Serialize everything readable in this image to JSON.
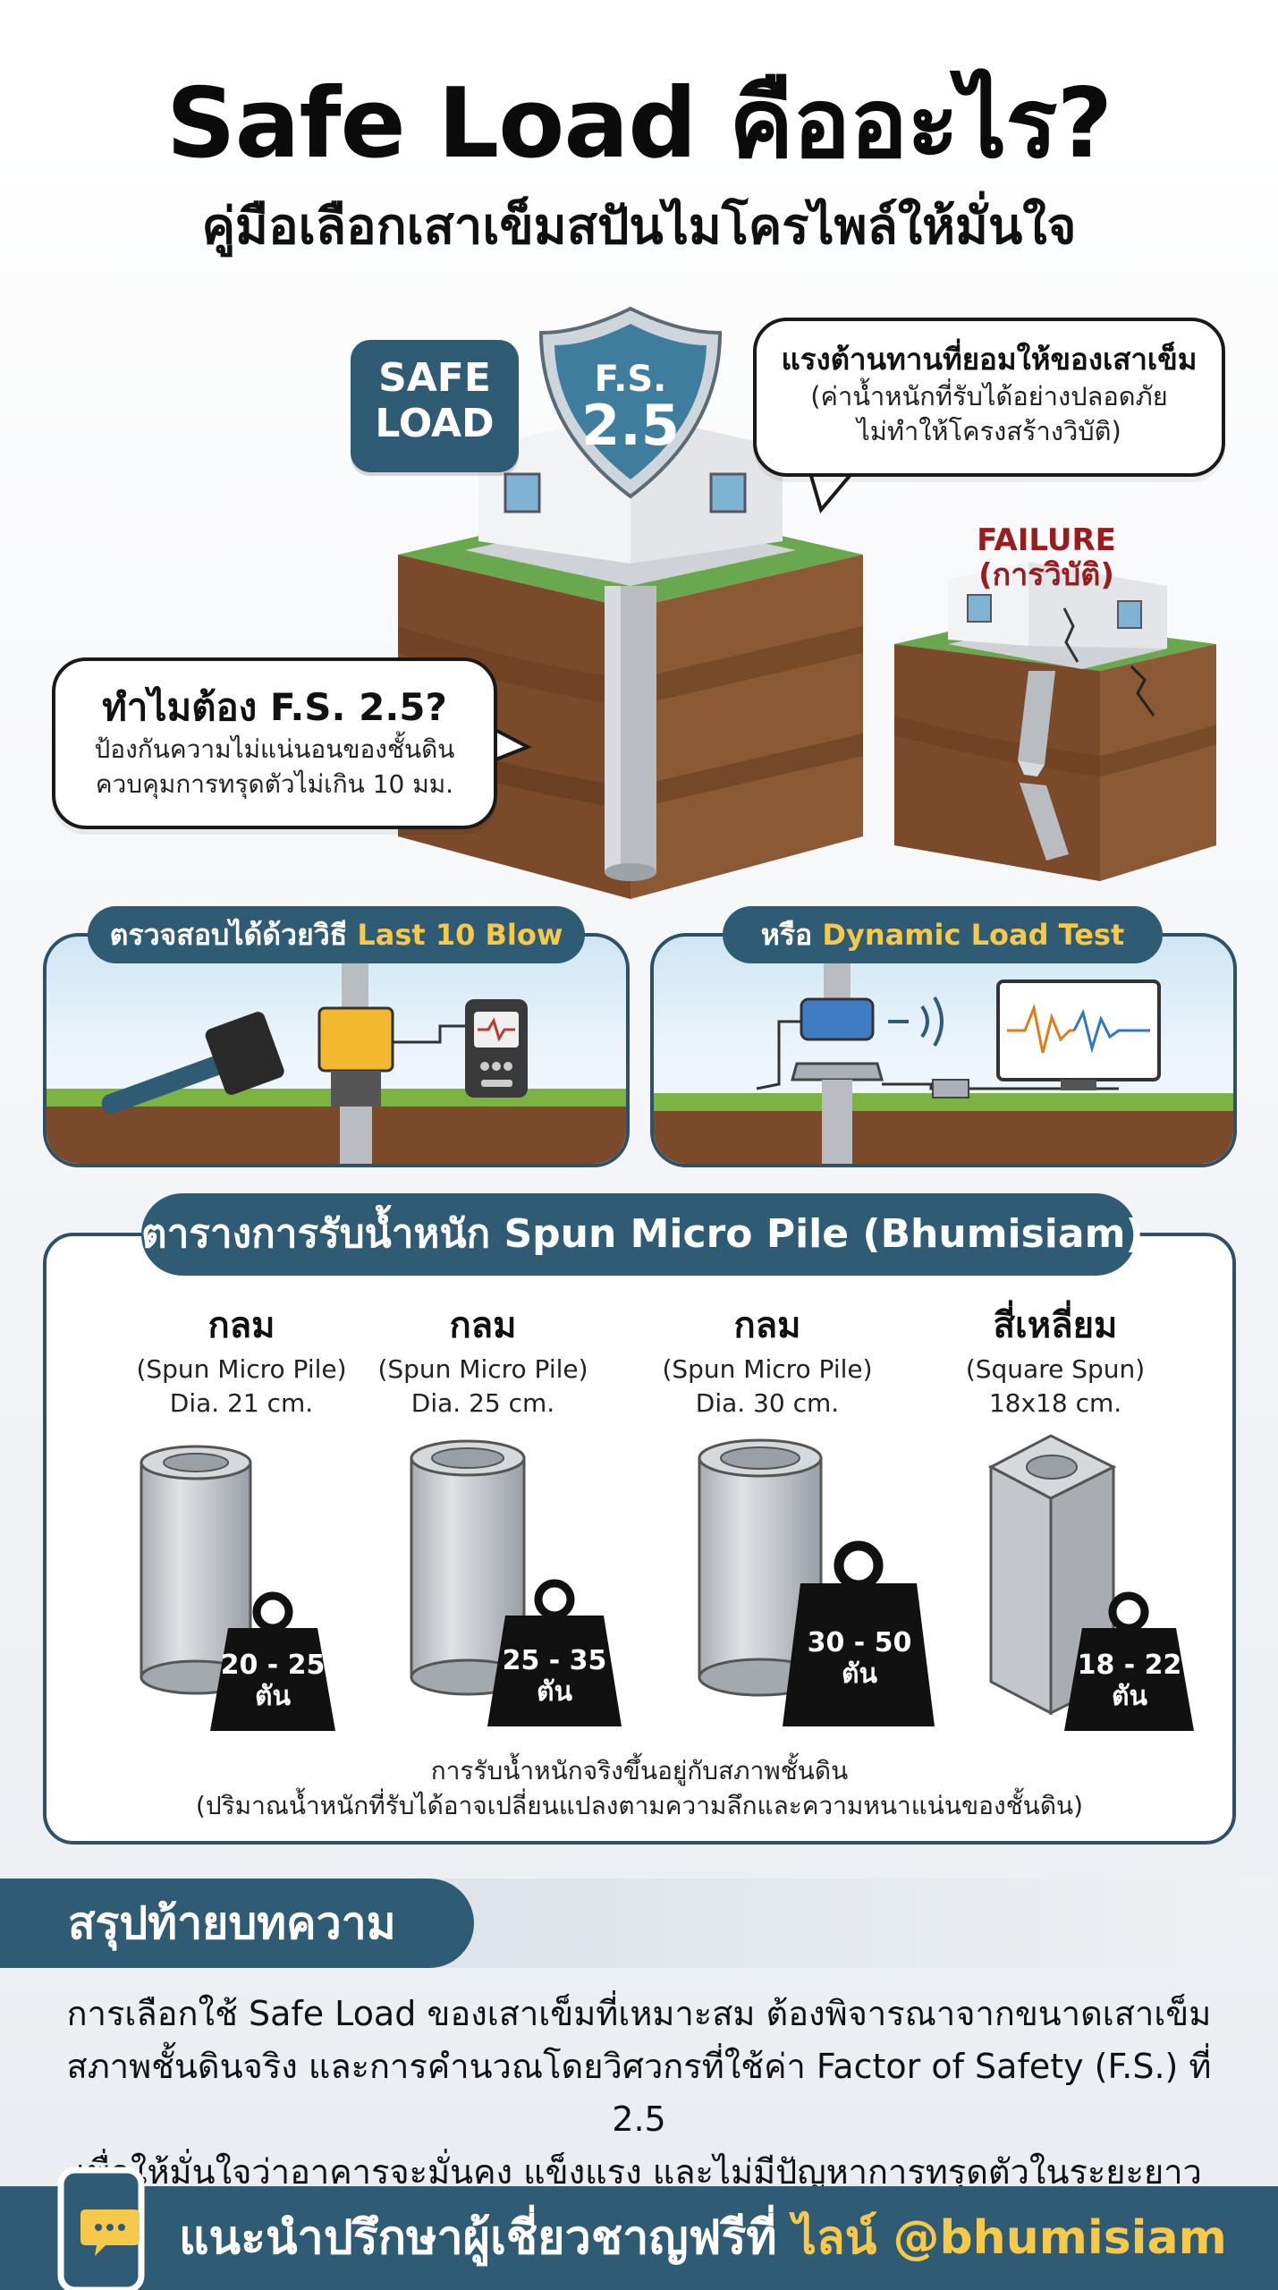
{
  "header": {
    "title": "Safe Load คืออะไร?",
    "subtitle": "คู่มือเลือกเสาเข็มสปันไมโครไพล์ให้มั่นใจ"
  },
  "hero": {
    "badge_line1": "SAFE",
    "badge_line2": "LOAD",
    "shield_line1": "F.S.",
    "shield_line2": "2.5",
    "definition": {
      "line1": "แรงต้านทานที่ยอมให้ของเสาเข็ม",
      "line2": "(ค่าน้ำหนักที่รับได้อย่างปลอดภัย",
      "line3": "ไม่ทำให้โครงสร้างวิบัติ)"
    },
    "why": {
      "title": "ทำไมต้อง F.S. 2.5?",
      "line1": "ป้องกันความไม่แน่นอนของชั้นดิน",
      "line2": "ควบคุมการทรุดตัวไม่เกิน 10 มม."
    },
    "failure_line1": "FAILURE",
    "failure_line2": "(การวิบัติ)"
  },
  "tests": {
    "blow_prefix": "ตรวจสอบได้ด้วยวิธี",
    "blow_highlight": "Last 10 Blow",
    "dynamic_prefix": "หรือ",
    "dynamic_highlight": "Dynamic Load Test"
  },
  "table": {
    "title": "ตารางการรับน้ำหนัก Spun Micro Pile (Bhumisiam)",
    "piles": [
      {
        "type": "กลม",
        "name": "(Spun Micro Pile)",
        "dim": "Dia. 21 cm.",
        "load": "20 - 25",
        "unit": "ตัน"
      },
      {
        "type": "กลม",
        "name": "(Spun Micro Pile)",
        "dim": "Dia. 25 cm.",
        "load": "25 - 35",
        "unit": "ตัน"
      },
      {
        "type": "กลม",
        "name": "(Spun Micro Pile)",
        "dim": "Dia. 30 cm.",
        "load": "30 - 50",
        "unit": "ตัน"
      },
      {
        "type": "สี่เหลี่ยม",
        "name": "(Square Spun)",
        "dim": "18x18 cm.",
        "load": "18 - 22",
        "unit": "ตัน"
      }
    ],
    "note_line1": "การรับน้ำหนักจริงขึ้นอยู่กับสภาพชั้นดิน",
    "note_line2": "(ปริมาณน้ำหนักที่รับได้อาจเปลี่ยนแปลงตามความลึกและความหนาแน่นของชั้นดิน)"
  },
  "summary": {
    "heading": "สรุปท้ายบทความ",
    "line1": "การเลือกใช้ Safe Load ของเสาเข็มที่เหมาะสม ต้องพิจารณาจากขนาดเสาเข็ม",
    "line2": "สภาพชั้นดินจริง และการคำนวณโดยวิศวกรที่ใช้ค่า Factor of Safety (F.S.) ที่ 2.5",
    "line3": "เพื่อให้มั่นใจว่าอาคารจะมั่นคง แข็งแรง และไม่มีปัญหาการทรุดตัวในระยะยาว"
  },
  "footer": {
    "prefix": "แนะนำปรึกษาผู้เชี่ยวชาญฟรีที่",
    "highlight": "ไลน์ @bhumisiam"
  },
  "colors": {
    "brand": "#2f5b75",
    "accent": "#f7c94a",
    "failure": "#9b1c1c"
  }
}
